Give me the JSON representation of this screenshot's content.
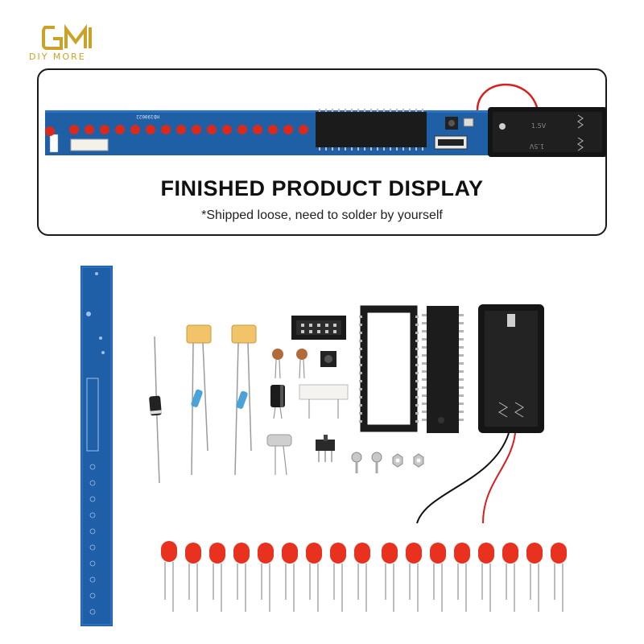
{
  "brand": {
    "logo_text": "DM",
    "tagline": "DIY MORE",
    "color": "#caa227"
  },
  "banner": {
    "title": "FINISHED PRODUCT DISPLAY",
    "subtitle": "*Shipped loose, need to solder by yourself"
  },
  "product": {
    "battery_label": "1.5V",
    "board_color": "#1e5fa8",
    "led_color": "#d92a1c"
  },
  "kit": {
    "led_count": 17,
    "led_color": "#e8321f"
  }
}
